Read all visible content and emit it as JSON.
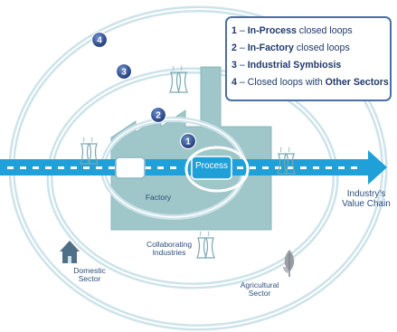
{
  "legend": [
    {
      "num": "1",
      "sep": " – ",
      "bold": "In-Process",
      "rest": " closed loops"
    },
    {
      "num": "2",
      "sep": " – ",
      "bold": "In-Factory",
      "rest": " closed loops"
    },
    {
      "num": "3",
      "sep": " – ",
      "bold": "Industrial Symbiosis",
      "rest": ""
    },
    {
      "num": "4",
      "sep": " – Closed loops with ",
      "bold": "Other Sectors",
      "rest": ""
    }
  ],
  "loop_markers": [
    "1",
    "2",
    "3",
    "4"
  ],
  "labels": {
    "process": "Process",
    "factory": "Factory",
    "value_chain_line1": "Industry's",
    "value_chain_line2": "Value Chain",
    "collab_line1": "Collaborating",
    "collab_line2": "Industries",
    "domestic_line1": "Domestic",
    "domestic_line2": "Sector",
    "agri_line1": "Agricultural",
    "agri_line2": "Sector"
  },
  "colors": {
    "arrow": "#1fa0d8",
    "factory": "#9fc6c8",
    "ring_outer": "#cde3ea",
    "ring_inner": "#ffffff",
    "marker": "#2b4c8c",
    "label": "#2c4f7c"
  },
  "icons": [
    "cooling-tower-icon",
    "house-icon",
    "plant-icon"
  ]
}
